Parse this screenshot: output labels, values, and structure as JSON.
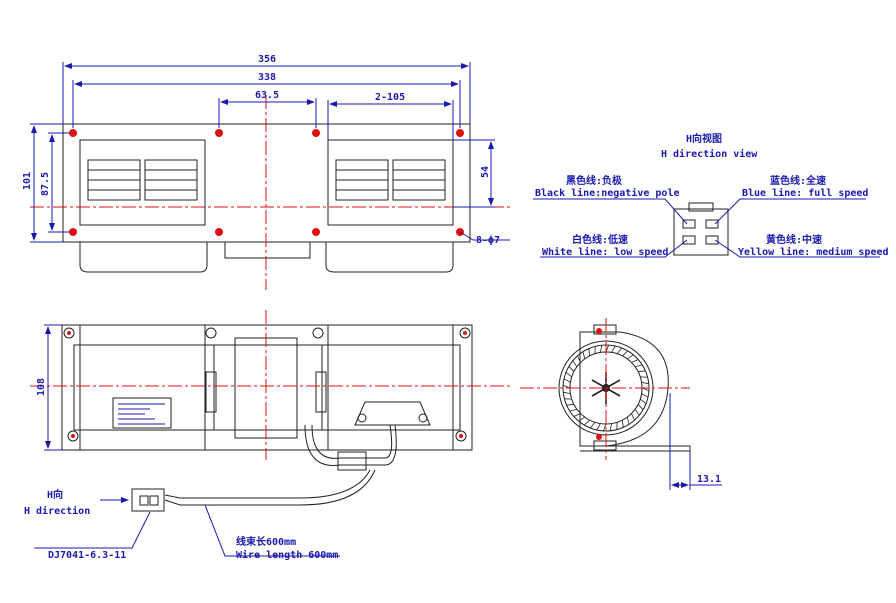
{
  "colors": {
    "dimension": "#1a1ab0",
    "outline": "#222222",
    "centerline": "#e01010",
    "hole": "#e01010"
  },
  "top_view": {
    "dim_overall": "356",
    "dim_holes": "338",
    "dim_inlet": "63.5",
    "dim_outlet": "2-105",
    "dim_height": "101",
    "dim_hole_height": "87.5",
    "dim_outlet_height": "54",
    "dim_holes_count": "8-ϕ7"
  },
  "connector_view": {
    "title_cn": "H向视图",
    "title_en": "H direction view",
    "black_cn": "黑色线:负极",
    "black_en": "Black line:negative pole",
    "blue_cn": "蓝色线:全速",
    "blue_en": "Blue line: full speed",
    "white_cn": "白色线:低速",
    "white_en": "White line: low speed",
    "yellow_cn": "黄色线:中速",
    "yellow_en": "Yellow line: medium speed"
  },
  "front_view": {
    "dim_height": "108",
    "h_label_cn": "H向",
    "h_label_en": "H direction",
    "connector_model": "DJ7041-6.3-11",
    "wire_cn": "线束长600mm",
    "wire_en": "Wire length 600mm"
  },
  "side_view": {
    "dim_offset": "13.1"
  }
}
